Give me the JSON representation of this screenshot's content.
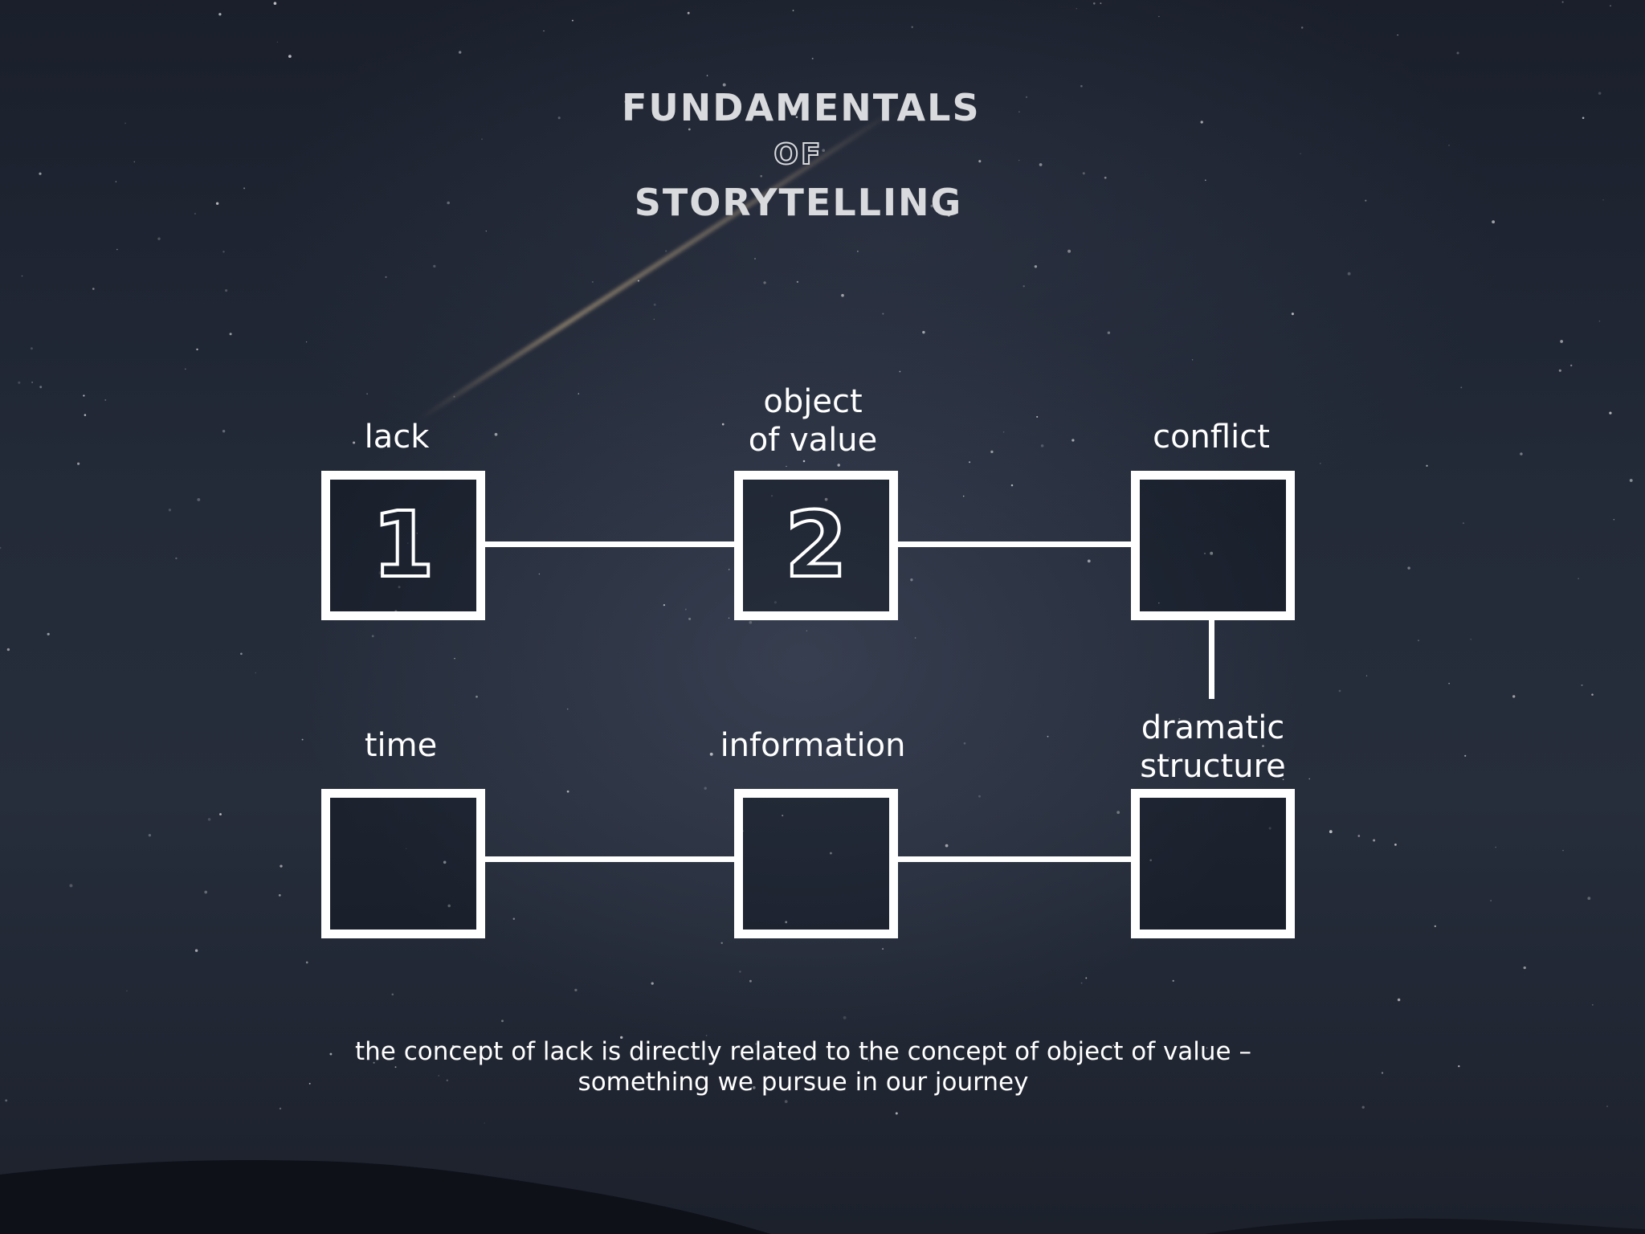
{
  "title": {
    "line1": "FUNDAMENTALS",
    "line2": "OF",
    "line3": "STORYTELLING"
  },
  "nodes": [
    {
      "id": "lack",
      "label_line1": "",
      "label_line2": "lack",
      "number": "1"
    },
    {
      "id": "object-of-value",
      "label_line1": "object",
      "label_line2": "of value",
      "number": "2"
    },
    {
      "id": "conflict",
      "label_line1": "",
      "label_line2": "conflict",
      "number": ""
    },
    {
      "id": "dramatic-structure",
      "label_line1": "dramatic",
      "label_line2": "structure",
      "number": ""
    },
    {
      "id": "information",
      "label_line1": "",
      "label_line2": "information",
      "number": ""
    },
    {
      "id": "time",
      "label_line1": "",
      "label_line2": "time",
      "number": ""
    }
  ],
  "edges": [
    [
      "lack",
      "object-of-value"
    ],
    [
      "object-of-value",
      "conflict"
    ],
    [
      "conflict",
      "dramatic-structure"
    ],
    [
      "dramatic-structure",
      "information"
    ],
    [
      "information",
      "time"
    ]
  ],
  "caption": {
    "line1": "the concept of lack is directly related to the concept of object of value –",
    "line2": "something we pursue in our journey"
  },
  "colors": {
    "node_border": "#ffffff",
    "text": "#ffffff",
    "title": "#d9dadd",
    "background": "#1e2431"
  }
}
